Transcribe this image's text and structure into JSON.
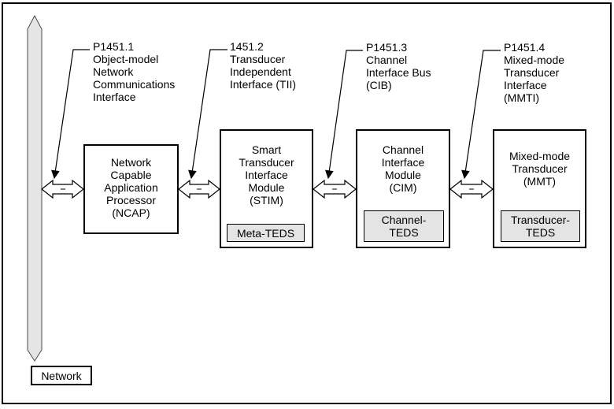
{
  "interface_labels": [
    {
      "id": "p1451-1",
      "lines": [
        "P1451.1",
        "Object-model",
        "Network",
        "Communications",
        "Interface"
      ]
    },
    {
      "id": "1451-2",
      "lines": [
        "1451.2",
        "Transducer",
        "Independent",
        "Interface (TII)"
      ]
    },
    {
      "id": "p1451-3",
      "lines": [
        "P1451.3",
        "Channel",
        "Interface Bus",
        "(CIB)"
      ]
    },
    {
      "id": "p1451-4",
      "lines": [
        "P1451.4",
        "Mixed-mode",
        "Transducer",
        "Interface",
        "(MMTI)"
      ]
    }
  ],
  "modules": [
    {
      "id": "ncap",
      "lines": [
        "Network",
        "Capable",
        "Application",
        "Processor",
        "(NCAP)"
      ]
    },
    {
      "id": "stim",
      "lines": [
        "Smart",
        "Transducer",
        "Interface",
        "Module",
        "(STIM)"
      ],
      "teds_lines": [
        "Meta-TEDS"
      ]
    },
    {
      "id": "cim",
      "lines": [
        "Channel",
        "Interface",
        "Module",
        "(CIM)"
      ],
      "teds_lines": [
        "Channel-",
        "TEDS"
      ]
    },
    {
      "id": "mmt",
      "lines": [
        "Mixed-mode",
        "Transducer",
        "(MMT)"
      ],
      "teds_lines": [
        "Transducer-",
        "TEDS"
      ]
    }
  ],
  "network_label": "Network",
  "colors": {
    "bus_fill": "#e5e5e5",
    "bus_stroke": "#4a4a4a",
    "teds_fill": "#e4e4e4",
    "line": "#000000",
    "background": "#ffffff"
  }
}
